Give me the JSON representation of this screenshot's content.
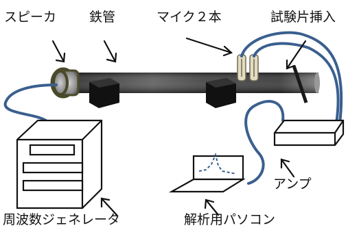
{
  "labels": {
    "speaker": "スピーカ",
    "steel_pipe": "鉄管",
    "two_mics": "マイク２本",
    "sample_insertion": "試験片挿入",
    "amplifier": "アンプ",
    "function_generator": "周波数ジェネレータ",
    "analysis_pc": "解析用パソコン"
  },
  "colors": {
    "cable": "#3a5f8f",
    "line": "#111111",
    "pipe_dark": "#1b1b1b",
    "pipe_light": "#8c8c8c",
    "mic": "#e3dcc0",
    "speaker_rim": "#4a4a2a"
  }
}
